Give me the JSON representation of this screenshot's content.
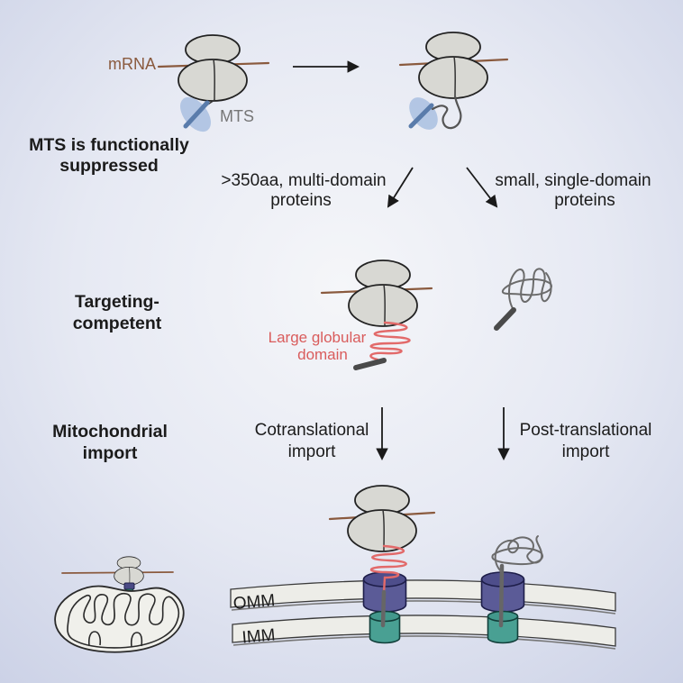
{
  "figure": {
    "labels": {
      "mrna": "mRNA",
      "mts": "MTS",
      "stage1_l1": "MTS is functionally",
      "stage1_l2": "suppressed",
      "branch_left_l1": ">350aa, multi-domain",
      "branch_left_l2": "proteins",
      "branch_right_l1": "small, single-domain",
      "branch_right_l2": "proteins",
      "stage2_l1": "Targeting-",
      "stage2_l2": "competent",
      "globular_l1": "Large globular",
      "globular_l2": "domain",
      "stage3_l1": "Mitochondrial",
      "stage3_l2": "import",
      "cotrans_l1": "Cotranslational",
      "cotrans_l2": "import",
      "posttrans_l1": "Post-translational",
      "posttrans_l2": "import",
      "omm": "OMM",
      "imm": "IMM"
    },
    "colors": {
      "mrna_brown": "#8a5a3e",
      "mts_blue": "#a9bfe0",
      "mts_rod_blue": "#5a7cab",
      "mts_label_gray": "#767676",
      "nascent_chain_red": "#e26a6a",
      "globular_text_red": "#d95c5c",
      "tom_purple": "#5b5b97",
      "tom_purple_top": "#4e4e8b",
      "tim_teal": "#49a093",
      "tim_teal_top": "#42988c",
      "membrane_fill": "#edede8",
      "ribosome_fill": "#d8d8d3",
      "background_lavender": "#ccd2e7"
    }
  }
}
